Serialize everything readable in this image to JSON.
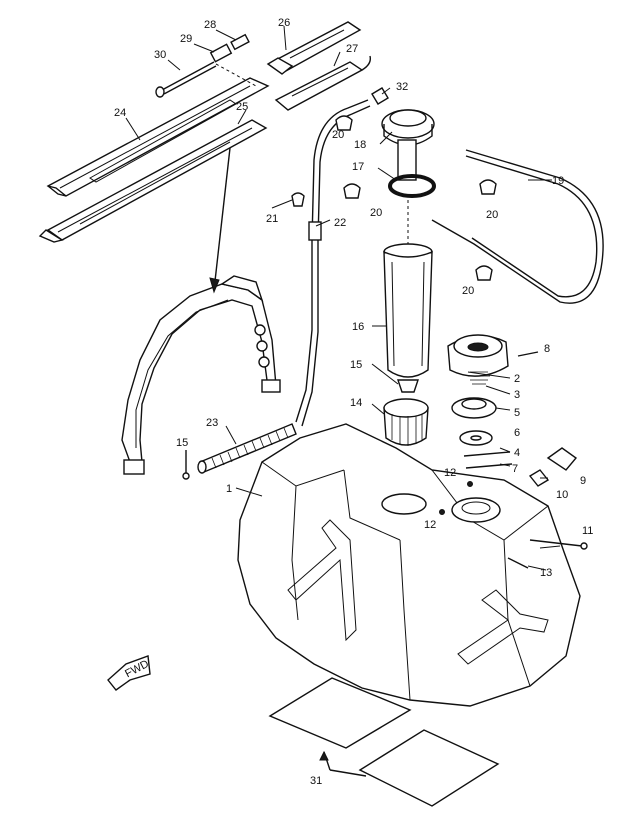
{
  "callouts": [
    "1",
    "2",
    "3",
    "4",
    "5",
    "6",
    "7",
    "8",
    "9",
    "10",
    "11",
    "12",
    "12",
    "13",
    "14",
    "15",
    "15",
    "16",
    "17",
    "18",
    "19",
    "20",
    "20",
    "20",
    "20",
    "21",
    "22",
    "23",
    "24",
    "25",
    "26",
    "27",
    "28",
    "29",
    "30",
    "31",
    "32"
  ],
  "fwd_marker": "FWD",
  "colors": {
    "ink": "#111111",
    "background": "#ffffff"
  }
}
